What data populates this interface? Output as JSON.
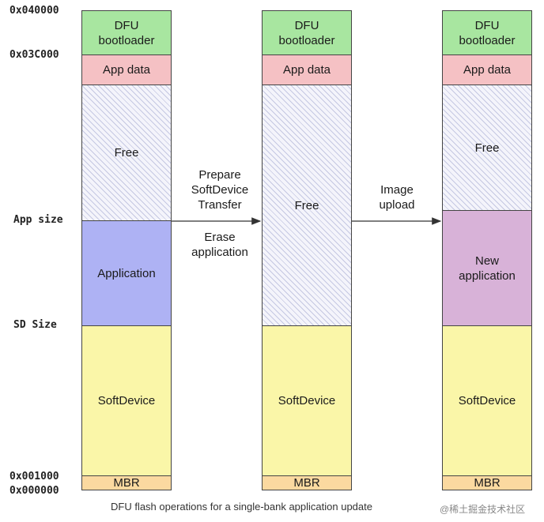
{
  "addresses": {
    "top": "0x040000",
    "bootloader_start": "0x03C000",
    "app_size": "App size",
    "sd_size": "SD Size",
    "mbr_end": "0x001000",
    "bottom": "0x000000"
  },
  "columns": [
    {
      "dfu": "DFU\nbootloader",
      "app_data": "App data",
      "free": "Free",
      "application": "Application",
      "softdevice": "SoftDevice",
      "mbr": "MBR"
    },
    {
      "dfu": "DFU\nbootloader",
      "app_data": "App data",
      "free": "Free",
      "softdevice": "SoftDevice",
      "mbr": "MBR"
    },
    {
      "dfu": "DFU\nbootloader",
      "app_data": "App data",
      "free": "Free",
      "new_application": "New\napplication",
      "softdevice": "SoftDevice",
      "mbr": "MBR"
    }
  ],
  "steps": {
    "step1_top": "Prepare\nSoftDevice\nTransfer",
    "step1_bottom": "Erase\napplication",
    "step2_top": "Image\nupload"
  },
  "caption": "DFU flash operations for a single-bank application update",
  "watermark": "@稀土掘金技术社区",
  "colors": {
    "dfu_bootloader": "#a8e6a0",
    "app_data": "#f5c1c4",
    "free": "#f4f4fb",
    "application": "#aeb2f4",
    "new_application": "#d8b2d8",
    "softdevice": "#faf6a8",
    "mbr": "#fbd9a0"
  }
}
